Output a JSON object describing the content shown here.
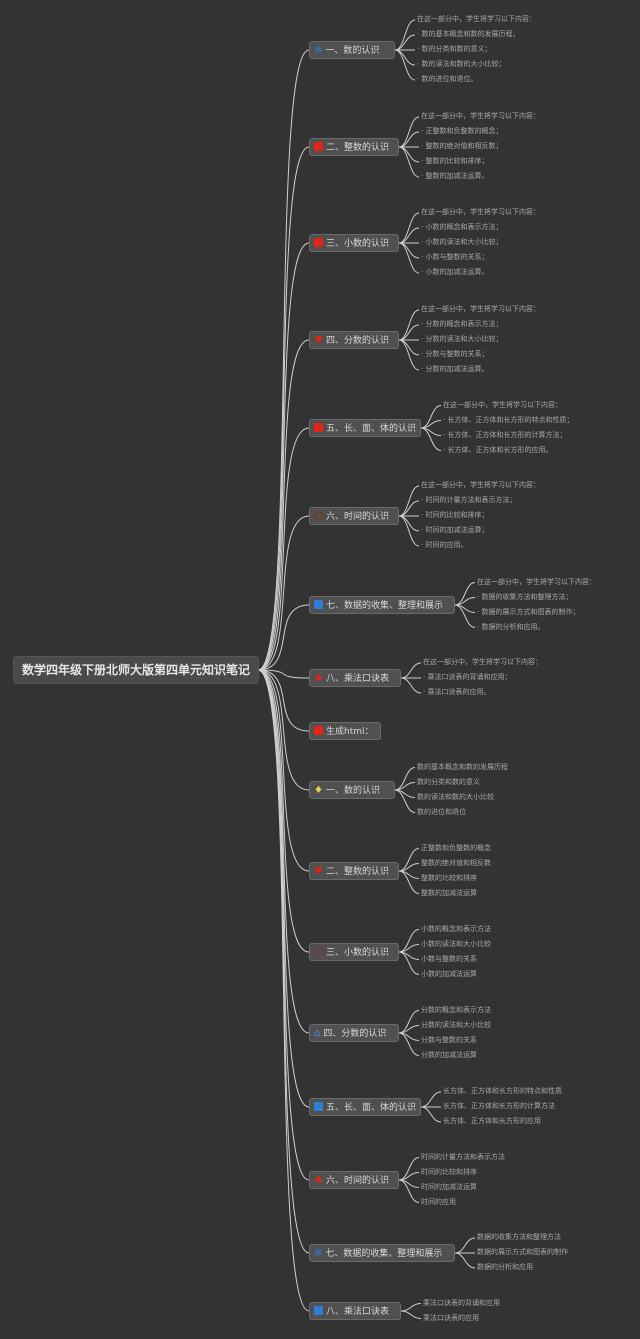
{
  "title": "数学四年级下册北师大版第四单元知识笔记",
  "branches": [
    {
      "label": "一、数的认识",
      "icon": "star-icon",
      "icon_text": "✲",
      "icon_class": "star",
      "leaves": [
        "在这一部分中，学生将学习以下内容：",
        "· 数的基本概念和数的发展历程；",
        "· 数的分类和数的意义；",
        "· 数的读法和数的大小比较；",
        "· 数的进位和退位。"
      ]
    },
    {
      "label": "二、整数的认识",
      "icon": "square-icon",
      "icon_class": "red",
      "leaves": [
        "在这一部分中，学生将学习以下内容：",
        "· 正整数和负整数的概念；",
        "· 整数的绝对值和相反数；",
        "· 整数的比较和排序；",
        "· 整数的加减法运算。"
      ]
    },
    {
      "label": "三、小数的认识",
      "icon": "square-icon",
      "icon_class": "red",
      "leaves": [
        "在这一部分中，学生将学习以下内容：",
        "· 小数的概念和表示方法；",
        "· 小数的读法和大小比较；",
        "· 小数与整数的关系；",
        "· 小数的加减法运算。"
      ]
    },
    {
      "label": "四、分数的认识",
      "icon": "heart-icon",
      "icon_text": "♥",
      "icon_class": "bomb",
      "leaves": [
        "在这一部分中，学生将学习以下内容：",
        "· 分数的概念和表示方法；",
        "· 分数的读法和大小比较；",
        "· 分数与整数的关系；",
        "· 分数的加减法运算。"
      ]
    },
    {
      "label": "五、长、面、体的认识",
      "icon": "square-icon",
      "icon_class": "red",
      "leaves": [
        "在这一部分中，学生将学习以下内容：",
        "· 长方体、正方体和长方形的特点和性质；",
        "· 长方体、正方体和长方形的计算方法；",
        "· 长方体、正方体和长方形的应用。"
      ]
    },
    {
      "label": "六、时间的认识",
      "icon": "clock-icon",
      "icon_class": "clock",
      "leaves": [
        "在这一部分中，学生将学习以下内容：",
        "· 时间的计量方法和表示方法；",
        "· 时间的比较和排序；",
        "· 时间的加减法运算；",
        "· 时间的应用。"
      ]
    },
    {
      "label": "七、数据的收集、整理和展示",
      "icon": "square-icon",
      "icon_class": "blue",
      "leaves": [
        "在这一部分中，学生将学习以下内容：",
        "· 数据的收集方法和整理方法；",
        "· 数据的展示方式和图表的制作；",
        "· 数据的分析和应用。"
      ]
    },
    {
      "label": "八、乘法口诀表",
      "icon": "bomb-icon",
      "icon_text": "♣",
      "icon_class": "bomb",
      "leaves": [
        "在这一部分中，学生将学习以下内容：",
        "· 乘法口诀表的背诵和应用；",
        "· 乘法口诀表的应用。"
      ]
    },
    {
      "label": "生成html：",
      "icon": "square-icon",
      "icon_class": "red",
      "leaves": []
    },
    {
      "label": "一、数的认识",
      "icon": "gem-icon",
      "icon_text": "♦",
      "icon_class": "gem",
      "leaves": [
        "数的基本概念和数的发展历程",
        "数的分类和数的意义",
        "数的读法和数的大小比较",
        "数的进位和退位"
      ]
    },
    {
      "label": "二、整数的认识",
      "icon": "heart-icon",
      "icon_text": "♥",
      "icon_class": "bomb",
      "leaves": [
        "正整数和负整数的概念",
        "整数的绝对值和相反数",
        "整数的比较和排序",
        "整数的加减法运算"
      ]
    },
    {
      "label": "三、小数的认识",
      "icon": "ring-icon",
      "icon_class": "ring",
      "leaves": [
        "小数的概念和表示方法",
        "小数的读法和大小比较",
        "小数与整数的关系",
        "小数的加减法运算"
      ]
    },
    {
      "label": "四、分数的认识",
      "icon": "home-icon",
      "icon_text": "⌂",
      "icon_class": "home",
      "leaves": [
        "分数的概念和表示方法",
        "分数的读法和大小比较",
        "分数与整数的关系",
        "分数的加减法运算"
      ]
    },
    {
      "label": "五、长、面、体的认识",
      "icon": "square-icon",
      "icon_class": "blue",
      "leaves": [
        "长方体、正方体和长方形的特点和性质",
        "长方体、正方体和长方形的计算方法",
        "长方体、正方体和长方形的应用"
      ]
    },
    {
      "label": "六、时间的认识",
      "icon": "bomb-icon",
      "icon_text": "♣",
      "icon_class": "bomb",
      "leaves": [
        "时间的计量方法和表示方法",
        "时间的比较和排序",
        "时间的加减法运算",
        "时间的应用"
      ]
    },
    {
      "label": "七、数据的收集、整理和展示",
      "icon": "star-icon",
      "icon_text": "✲",
      "icon_class": "star",
      "leaves": [
        "数据的收集方法和整理方法",
        "数据的展示方式和图表的制作",
        "数据的分析和应用"
      ]
    },
    {
      "label": "八、乘法口诀表",
      "icon": "square-icon",
      "icon_class": "blue",
      "leaves": [
        "乘法口诀表的背诵和应用",
        "乘法口诀表的应用"
      ]
    }
  ]
}
